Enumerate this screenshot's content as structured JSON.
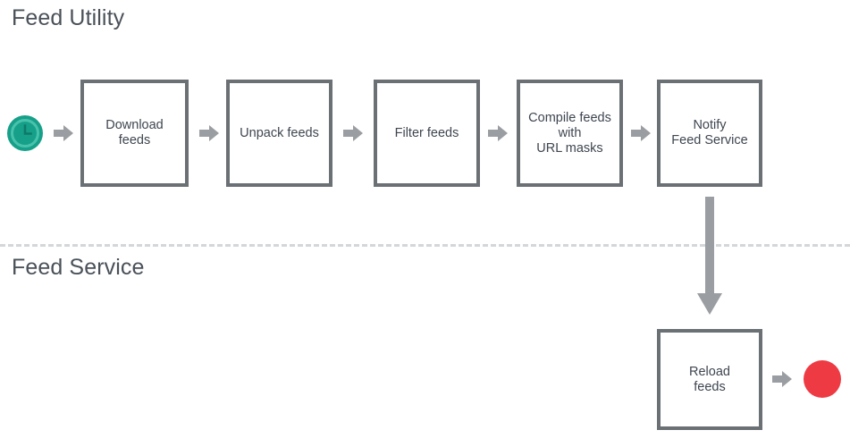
{
  "diagram": {
    "lanes": [
      {
        "id": "feed-utility",
        "title": "Feed Utility"
      },
      {
        "id": "feed-service",
        "title": "Feed Service"
      }
    ],
    "colors": {
      "box_border": "#6b7075",
      "box_fill": "#ffffff",
      "text": "#3f4650",
      "title_text": "#4a5159",
      "arrow": "#9a9da1",
      "divider": "#d4d7da",
      "start_icon": "#17a089",
      "start_icon_light": "#3dbba4",
      "end_marker": "#ee3a43"
    },
    "start_node": {
      "name": "timer-start",
      "icon": "clock-icon"
    },
    "end_node": {
      "name": "end-marker",
      "icon": "filled-circle-icon"
    },
    "utility_steps": [
      {
        "id": "download-feeds",
        "label": "Download\nfeeds"
      },
      {
        "id": "unpack-feeds",
        "label": "Unpack feeds"
      },
      {
        "id": "filter-feeds",
        "label": "Filter feeds"
      },
      {
        "id": "compile-feeds",
        "label": "Compile feeds\nwith\nURL masks"
      },
      {
        "id": "notify-feed-service",
        "label": "Notify\nFeed Service"
      }
    ],
    "service_steps": [
      {
        "id": "reload-feeds",
        "label": "Reload\nfeeds"
      }
    ],
    "connectors": [
      {
        "id": "start-to-download",
        "direction": "right"
      },
      {
        "id": "download-to-unpack",
        "direction": "right"
      },
      {
        "id": "unpack-to-filter",
        "direction": "right"
      },
      {
        "id": "filter-to-compile",
        "direction": "right"
      },
      {
        "id": "compile-to-notify",
        "direction": "right"
      },
      {
        "id": "notify-to-reload",
        "direction": "down"
      },
      {
        "id": "reload-to-end",
        "direction": "right"
      }
    ]
  }
}
